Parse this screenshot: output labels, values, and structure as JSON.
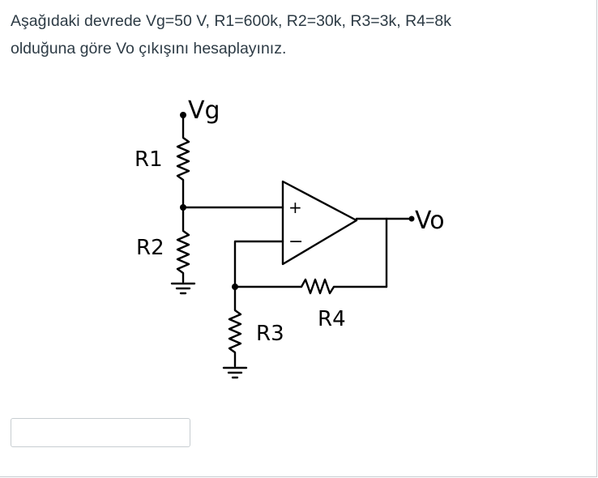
{
  "question": {
    "line1": "Aşağıdaki devrede Vg=50 V, R1=600k, R2=30k, R3=3k, R4=8k",
    "line2": "olduğuna göre Vo çıkışını hesaplayınız."
  },
  "circuit_labels": {
    "vg": "Vg",
    "vo": "Vo",
    "r1": "R1",
    "r2": "R2",
    "r3": "R3",
    "r4": "R4",
    "plus": "+",
    "minus": "−"
  },
  "answer": {
    "value": "",
    "placeholder": ""
  }
}
